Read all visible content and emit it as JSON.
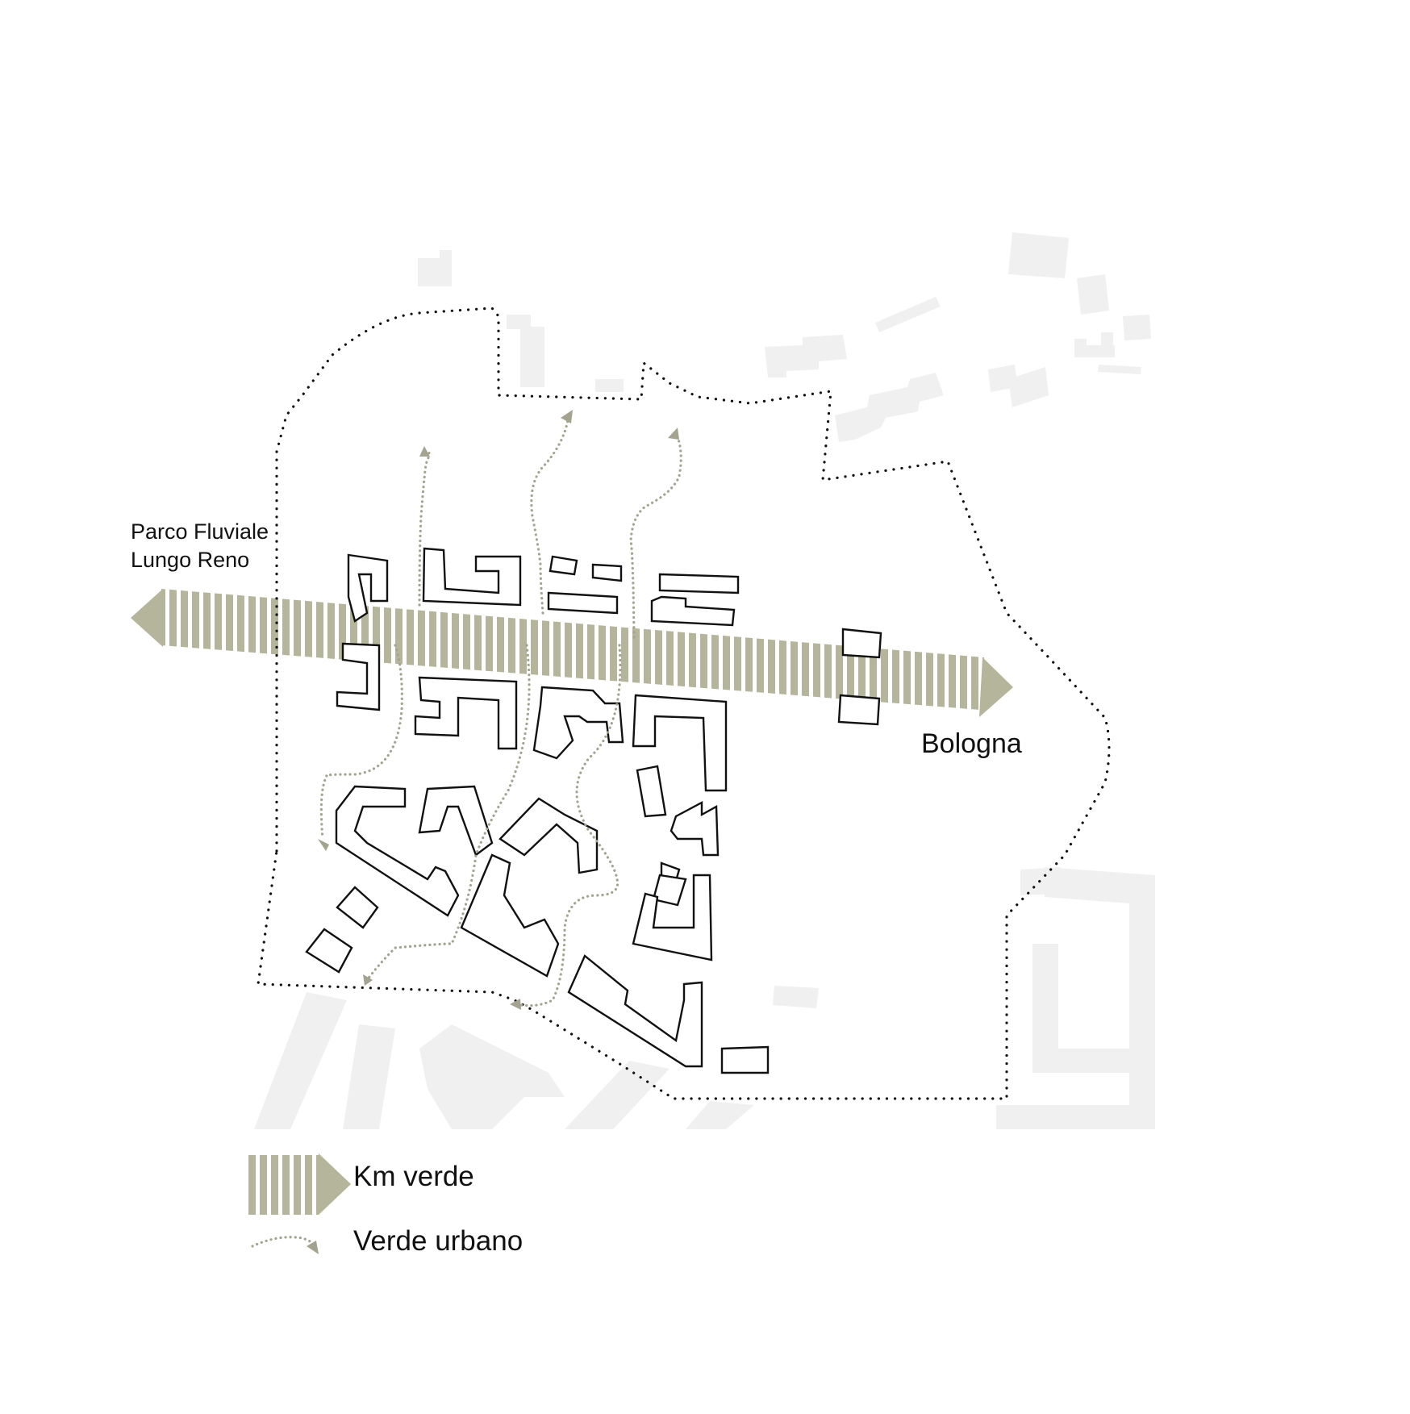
{
  "labels": {
    "west_destination_line1": "Parco Fluviale",
    "west_destination_line2": "Lungo Reno",
    "east_destination": "Bologna"
  },
  "legend": {
    "items": [
      {
        "id": "km-verde",
        "label": "Km verde"
      },
      {
        "id": "verde-urbano",
        "label": "Verde urbano"
      }
    ]
  },
  "colors": {
    "green_corridor": "#b5b59b",
    "path": "#a3a38f",
    "boundary": "#111111",
    "building_outline": "#111111",
    "context_buildings": "#f0f0f0"
  }
}
